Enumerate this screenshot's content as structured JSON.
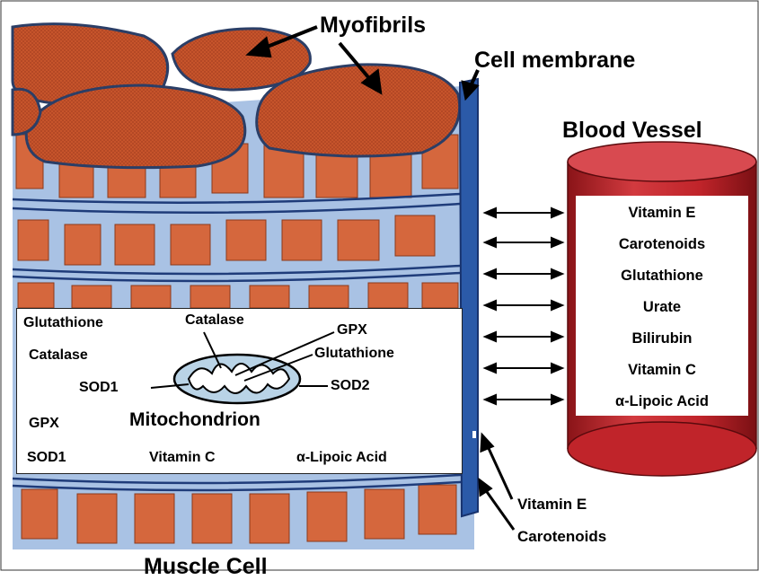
{
  "title_muscle_cell": "Muscle Cell",
  "labels": {
    "myofibrils": "Myofibrils",
    "cell_membrane": "Cell membrane",
    "blood_vessel": "Blood Vessel",
    "mitochondrion": "Mitochondrion"
  },
  "mito_box": {
    "left_list": [
      "Glutathione",
      "Catalase",
      "GPX",
      "SOD1"
    ],
    "catalase_top": "Catalase",
    "gpx_right": "GPX",
    "glutathione_right": "Glutathione",
    "sod1_left": "SOD1",
    "sod2_right": "SOD2",
    "vitamin_c": "Vitamin C",
    "lipoic_acid": "α-Lipoic Acid"
  },
  "vessel_items": [
    "Vitamin E",
    "Carotenoids",
    "Glutathione",
    "Urate",
    "Bilirubin",
    "Vitamin C",
    "α-Lipoic Acid"
  ],
  "membrane_items": [
    "Vitamin E",
    "Carotenoids"
  ],
  "colors": {
    "myofibril": "#c8532a",
    "cytoplasm": "#a9c2e4",
    "membrane": "#2b4f9a",
    "vessel_red": "#c0242a",
    "vessel_dark": "#8a1418"
  }
}
